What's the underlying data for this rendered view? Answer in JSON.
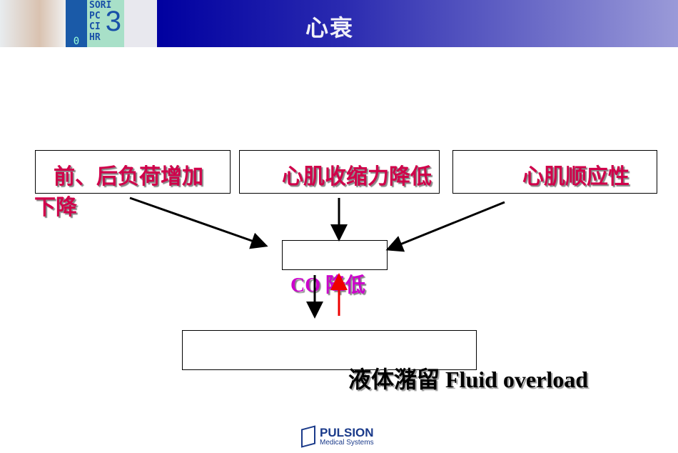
{
  "header": {
    "title": "心衰",
    "photo_monitor_labels": [
      "SORI",
      "PC",
      "CI",
      "HR"
    ],
    "photo_monitor_value": "3",
    "photo_monitor_zero": "0"
  },
  "causes": [
    {
      "label": "前、后负荷增加"
    },
    {
      "label": "心肌收缩力降低"
    },
    {
      "label": "心肌顺应性"
    }
  ],
  "cause3_wrap": "下降",
  "middle": {
    "label": "CO 降低"
  },
  "bottom": {
    "label": "液体潴留 Fluid overload"
  },
  "footer": {
    "brand": "PULSION",
    "subtitle": "Medical Systems"
  }
}
